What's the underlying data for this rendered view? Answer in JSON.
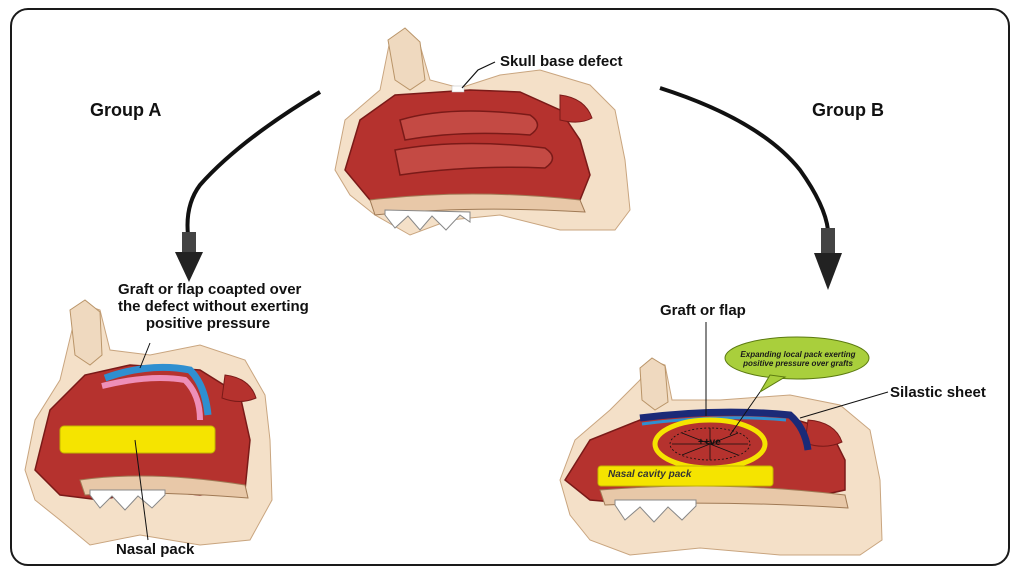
{
  "labels": {
    "skull_base_defect": "Skull base defect",
    "group_a": "Group A",
    "group_b": "Group B",
    "graft_coapted_line1": "Graft or flap coapted over",
    "graft_coapted_line2": "the defect without exerting",
    "graft_coapted_line3": "positive pressure",
    "nasal_pack": "Nasal pack",
    "graft_or_flap": "Graft or flap",
    "silastic_sheet": "Silastic sheet",
    "expanding_pack_line1": "Expanding local pack exerting",
    "expanding_pack_line2": "positive pressure over grafts",
    "positive_sign": "++ve",
    "nasal_cavity_pack": "Nasal cavity pack"
  },
  "colors": {
    "tissue": "#b5322e",
    "tissue_dark": "#7a1a18",
    "bone": "#efd9bf",
    "skin": "#f4e0c8",
    "pack_yellow": "#f5e400",
    "graft_blue": "#2f8fd0",
    "graft_pink": "#ee8fb8",
    "silastic_navy": "#1b2a78",
    "bubble_green": "#a9cf3c",
    "arrow": "#111111"
  }
}
